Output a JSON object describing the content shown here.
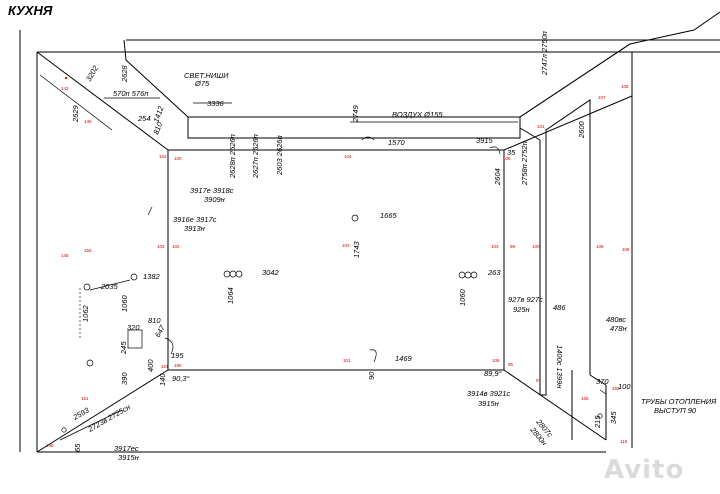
{
  "title": "КУХНЯ",
  "watermark": "Avito",
  "colors": {
    "lines": "#000000",
    "marks": "#d00000",
    "background": "#ffffff"
  },
  "labels": {
    "niche": "СВЕТ.НИШИ",
    "niche_diam": "Ø75",
    "air": "ВОЗДУХ Ø155",
    "pipes_1": "ТРУБЫ ОТОПЛЕНИЯ",
    "pipes_2": "ВЫСТУП 90"
  },
  "dimensions": {
    "d3202": "3202",
    "d2628a": "2628",
    "d2629": "2629",
    "d570": "570п 576п",
    "d3336": "3336",
    "d254": "254",
    "d1412": "1412",
    "d810top": "810",
    "d2749": "2749",
    "d2747": "2747л 2750п",
    "d1570": "1570",
    "d3915top": "3915",
    "d35": "35",
    "d2600": "2600",
    "d2628b": "2628п 2626п",
    "d2627": "2627п 2626п",
    "d2603": "2603 2626п",
    "d3917top": "3917е 3918с",
    "d3909": "3909н",
    "d3916": "3916е 3917с",
    "d3913": "3913н",
    "d1665": "1665",
    "d1743": "1743",
    "d2604": "2604",
    "d2758": "2758п 2752п",
    "d2035": "2035",
    "d1382": "1382",
    "d3042": "3042",
    "d263": "263",
    "d1062": "1062",
    "d1060l": "1060",
    "d1064": "1064",
    "d1060r": "1060",
    "d927": "927в 927с",
    "d925": "925н",
    "d486": "486",
    "d480": "480вс",
    "d478": "478н",
    "d320": "320",
    "d810mid": "810",
    "d647": "647",
    "d245": "245",
    "d1400": "1400с 1399н",
    "d195": "195",
    "d1469": "1469",
    "d390": "390",
    "d400": "400",
    "d140": "140",
    "d90_3": "90,3°",
    "d90": "90",
    "d89_9": "89,9°",
    "d370": "370",
    "d100": "100",
    "d3914": "3914в 3921с",
    "d3915bot": "3915н",
    "d2593": "2593",
    "d2723": "2723в 2725сн",
    "d2807": "2807с",
    "d2800": "2800н",
    "d215": "215",
    "d345": "345",
    "d65": "65",
    "d3917bot": "3917ес",
    "d3915bot2": "3915н"
  },
  "marks": {
    "m143": "143",
    "m146": "146",
    "m151": "151",
    "m153": "153",
    "m100a": "100",
    "m104": "104",
    "m105": "105",
    "m107": "107",
    "m101a": "101",
    "m155": "155",
    "m103": "103",
    "m102": "102",
    "m145": "145",
    "m106a": "106",
    "m109": "109",
    "m99": "99",
    "m100b": "100",
    "m108": "108",
    "m190": "190",
    "m101b": "101",
    "m106b": "106",
    "m95": "95",
    "m160": "160",
    "m151b": "151",
    "m148": "148",
    "m97": "97",
    "m165": "165",
    "m116": "116"
  }
}
